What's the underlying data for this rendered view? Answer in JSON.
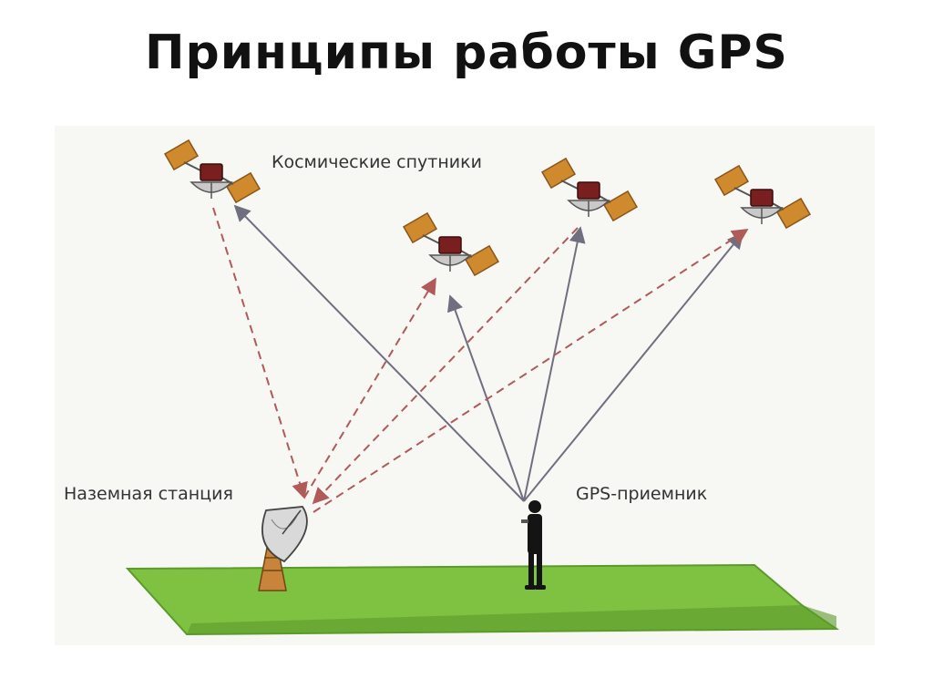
{
  "title": "Принципы работы GPS",
  "labels": {
    "satellites": "Космические спутники",
    "ground_station": "Наземная станция",
    "receiver": "GPS-приемник"
  },
  "colors": {
    "ground": "#7fc241",
    "ground_edge": "#5c9a2b",
    "panel": "#d08a2e",
    "panel_dark": "#8a5518",
    "body": "#7a1f1f",
    "dish": "#c9c9c9",
    "solid_line": "#6f6f80",
    "dashed_line": "#b05a5a",
    "person": "#141414"
  },
  "icons": [
    "satellite-icon",
    "antenna-dish-icon",
    "person-icon"
  ]
}
